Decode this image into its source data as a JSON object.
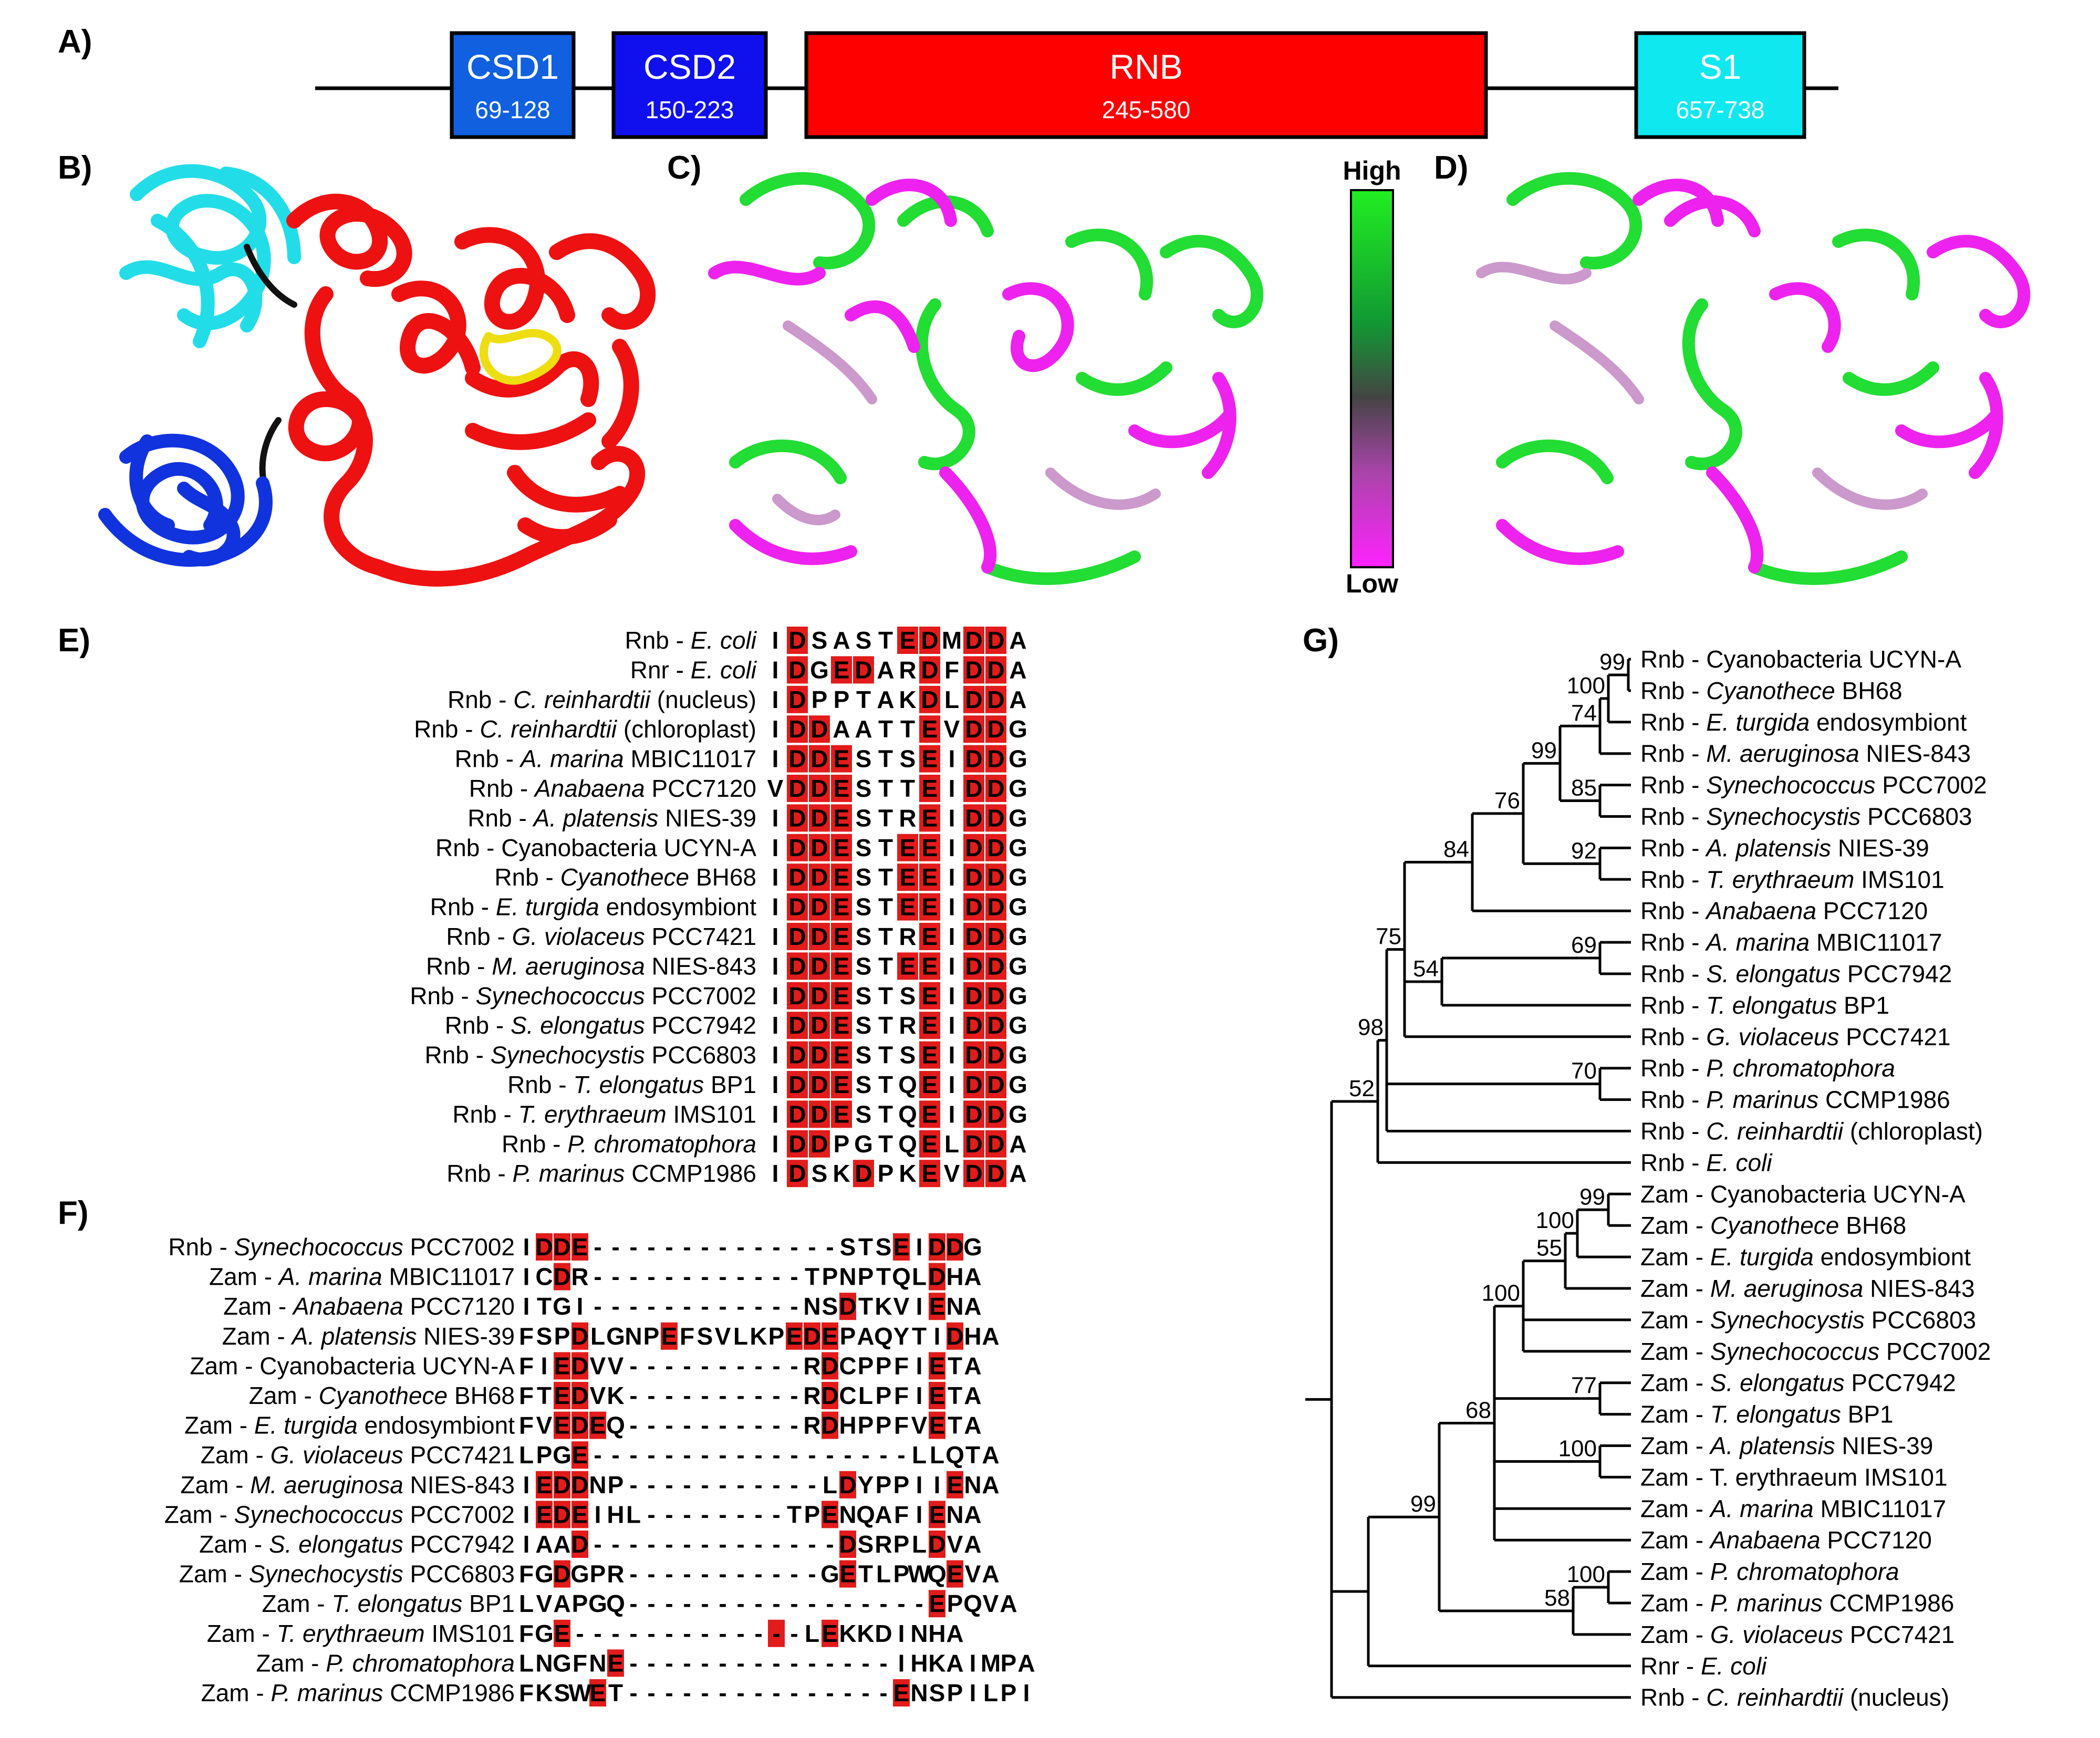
{
  "panels": {
    "A": "A)",
    "B": "B)",
    "C": "C)",
    "D": "D)",
    "E": "E)",
    "F": "F)",
    "G": "G)"
  },
  "domains": [
    {
      "name": "CSD1",
      "range": "69-128",
      "color": "#1060e0"
    },
    {
      "name": "CSD2",
      "range": "150-223",
      "color": "#1010ee"
    },
    {
      "name": "RNB",
      "range": "245-580",
      "color": "#ff0000"
    },
    {
      "name": "S1",
      "range": "657-738",
      "color": "#10e8f0"
    }
  ],
  "colorscale": {
    "high": "High",
    "low": "Low",
    "high_color": "#22ee22",
    "mid_color": "#444444",
    "low_color": "#ff22ff"
  },
  "alignment_E": [
    {
      "parts": [
        [
          "Rnb - ",
          0
        ],
        [
          "E. coli",
          1
        ]
      ],
      "seq": "IDSASTEDMDDA",
      "hl": [
        1,
        6,
        7,
        9,
        10
      ]
    },
    {
      "parts": [
        [
          "Rnr - ",
          0
        ],
        [
          "E. coli",
          1
        ]
      ],
      "seq": "IDGEDARDFDDA",
      "hl": [
        1,
        3,
        4,
        7,
        9,
        10
      ]
    },
    {
      "parts": [
        [
          "Rnb - ",
          0
        ],
        [
          "C. reinhardtii",
          1
        ],
        [
          " (nucleus)",
          0
        ]
      ],
      "seq": "IDPPTAKDLDDA",
      "hl": [
        1,
        7,
        9,
        10
      ]
    },
    {
      "parts": [
        [
          "Rnb - ",
          0
        ],
        [
          "C. reinhardtii",
          1
        ],
        [
          " (chloroplast)",
          0
        ]
      ],
      "seq": "IDDAATTEVDDG",
      "hl": [
        1,
        2,
        7,
        9,
        10
      ]
    },
    {
      "parts": [
        [
          "Rnb - ",
          0
        ],
        [
          "A. marina",
          1
        ],
        [
          " MBIC11017",
          0
        ]
      ],
      "seq": "IDDESTSEIDDG",
      "hl": [
        1,
        2,
        3,
        7,
        9,
        10
      ]
    },
    {
      "parts": [
        [
          "Rnb - ",
          0
        ],
        [
          "Anabaena",
          1
        ],
        [
          "  PCC7120",
          0
        ]
      ],
      "seq": "VDDESTTEIDDG",
      "hl": [
        1,
        2,
        3,
        7,
        9,
        10
      ]
    },
    {
      "parts": [
        [
          "Rnb - ",
          0
        ],
        [
          "A. platensis",
          1
        ],
        [
          " NIES-39",
          0
        ]
      ],
      "seq": "IDDESTREIDDG",
      "hl": [
        1,
        2,
        3,
        7,
        9,
        10
      ]
    },
    {
      "parts": [
        [
          "Rnb - Cyanobacteria UCYN-A",
          0
        ]
      ],
      "seq": "IDDESTEEIDDG",
      "hl": [
        1,
        2,
        3,
        6,
        7,
        9,
        10
      ]
    },
    {
      "parts": [
        [
          "Rnb - ",
          0
        ],
        [
          "Cyanothece",
          1
        ],
        [
          " BH68",
          0
        ]
      ],
      "seq": "IDDESTEEIDDG",
      "hl": [
        1,
        2,
        3,
        6,
        7,
        9,
        10
      ]
    },
    {
      "parts": [
        [
          "Rnb - ",
          0
        ],
        [
          "E. turgida",
          1
        ],
        [
          " endosymbiont",
          0
        ]
      ],
      "seq": "IDDESTEEIDDG",
      "hl": [
        1,
        2,
        3,
        6,
        7,
        9,
        10
      ]
    },
    {
      "parts": [
        [
          "Rnb - ",
          0
        ],
        [
          "G. violaceus",
          1
        ],
        [
          " PCC7421",
          0
        ]
      ],
      "seq": "IDDESTREIDDG",
      "hl": [
        1,
        2,
        3,
        7,
        9,
        10
      ]
    },
    {
      "parts": [
        [
          "Rnb - ",
          0
        ],
        [
          "M. aeruginosa",
          1
        ],
        [
          " NIES-843",
          0
        ]
      ],
      "seq": "IDDESTEEIDDG",
      "hl": [
        1,
        2,
        3,
        6,
        7,
        9,
        10
      ]
    },
    {
      "parts": [
        [
          "Rnb - ",
          0
        ],
        [
          "Synechococcus",
          1
        ],
        [
          " PCC7002",
          0
        ]
      ],
      "seq": "IDDESTSEIDDG",
      "hl": [
        1,
        2,
        3,
        7,
        9,
        10
      ]
    },
    {
      "parts": [
        [
          "Rnb - ",
          0
        ],
        [
          "S. elongatus",
          1
        ],
        [
          " PCC7942",
          0
        ]
      ],
      "seq": "IDDESTREIDDG",
      "hl": [
        1,
        2,
        3,
        7,
        9,
        10
      ]
    },
    {
      "parts": [
        [
          "Rnb - ",
          0
        ],
        [
          "Synechocystis",
          1
        ],
        [
          " PCC6803",
          0
        ]
      ],
      "seq": "IDDESTSEIDDG",
      "hl": [
        1,
        2,
        3,
        7,
        9,
        10
      ]
    },
    {
      "parts": [
        [
          "Rnb - ",
          0
        ],
        [
          "T. elongatus",
          1
        ],
        [
          " BP1",
          0
        ]
      ],
      "seq": "IDDESTQEIDDG",
      "hl": [
        1,
        2,
        3,
        7,
        9,
        10
      ]
    },
    {
      "parts": [
        [
          "Rnb - ",
          0
        ],
        [
          "T. erythraeum",
          1
        ],
        [
          " IMS101",
          0
        ]
      ],
      "seq": "IDDESTQEIDDG",
      "hl": [
        1,
        2,
        3,
        7,
        9,
        10
      ]
    },
    {
      "parts": [
        [
          "Rnb - ",
          0
        ],
        [
          "P. chromatophora",
          1
        ]
      ],
      "seq": "IDDPGTQELDDA",
      "hl": [
        1,
        2,
        7,
        9,
        10
      ]
    },
    {
      "parts": [
        [
          "Rnb - ",
          0
        ],
        [
          "P. marinus",
          1
        ],
        [
          " CCMP1986",
          0
        ]
      ],
      "seq": "IDSKDPKEVDDA",
      "hl": [
        1,
        4,
        7,
        9,
        10
      ]
    }
  ],
  "alignment_F": [
    {
      "parts": [
        [
          "Rnb - ",
          0
        ],
        [
          "Synechococcus",
          1
        ],
        [
          " PCC7002",
          0
        ]
      ],
      "seq": "IDDE--------------STSEIDDG",
      "hl": [
        1,
        2,
        3,
        21,
        23,
        24
      ]
    },
    {
      "parts": [
        [
          "Zam - ",
          0
        ],
        [
          "A. marina",
          1
        ],
        [
          " MBIC11017",
          0
        ]
      ],
      "seq": "ICDR------------TPNPTQLDHA",
      "hl": [
        2,
        23
      ]
    },
    {
      "parts": [
        [
          "Zam - ",
          0
        ],
        [
          "Anabaena",
          1
        ],
        [
          "  PCC7120",
          0
        ]
      ],
      "seq": "ITGI------------NSDTKVIENA",
      "hl": [
        18,
        23
      ]
    },
    {
      "parts": [
        [
          "Zam - ",
          0
        ],
        [
          "A. platensis",
          1
        ],
        [
          " NIES-39",
          0
        ]
      ],
      "seq": "FSPDLGNPEFSVLKPEDEPAQYTIDHA",
      "hl": [
        3,
        8,
        15,
        16,
        17,
        24
      ]
    },
    {
      "parts": [
        [
          "Zam - Cyanobacteria UCYN-A",
          0
        ]
      ],
      "seq": "FIEDVV----------RDCPPFIETA",
      "hl": [
        2,
        3,
        17,
        23
      ]
    },
    {
      "parts": [
        [
          "Zam - ",
          0
        ],
        [
          "Cyanothece",
          1
        ],
        [
          " BH68",
          0
        ]
      ],
      "seq": "FTEDVK----------RDCLPFIETA",
      "hl": [
        2,
        3,
        17,
        23
      ]
    },
    {
      "parts": [
        [
          "Zam - ",
          0
        ],
        [
          "E. turgida",
          1
        ],
        [
          " endosymbiont",
          0
        ]
      ],
      "seq": "FVEDEQ----------RDHPPFVETA",
      "hl": [
        2,
        3,
        4,
        17,
        23
      ]
    },
    {
      "parts": [
        [
          "Zam - ",
          0
        ],
        [
          "G. violaceus",
          1
        ],
        [
          " PCC7421",
          0
        ]
      ],
      "seq": "LPGE------------------LLQTA",
      "hl": [
        3
      ]
    },
    {
      "parts": [
        [
          "Zam - ",
          0
        ],
        [
          "M. aeruginosa",
          1
        ],
        [
          " NIES-843",
          0
        ]
      ],
      "seq": "IEDDNP-----------LDYPPIIENA",
      "hl": [
        1,
        2,
        3,
        18,
        24
      ]
    },
    {
      "parts": [
        [
          "Zam - ",
          0
        ],
        [
          "Synechococcus",
          1
        ],
        [
          " PCC7002",
          0
        ]
      ],
      "seq": "IEDEIHL--------TPENQAFIENA",
      "hl": [
        1,
        2,
        3,
        17,
        23
      ]
    },
    {
      "parts": [
        [
          "Zam - ",
          0
        ],
        [
          "S. elongatus",
          1
        ],
        [
          " PCC7942",
          0
        ]
      ],
      "seq": "IAAD--------------DSRPLDVA",
      "hl": [
        3,
        18,
        23
      ]
    },
    {
      "parts": [
        [
          "Zam - ",
          0
        ],
        [
          "Synechocystis",
          1
        ],
        [
          " PCC6803",
          0
        ]
      ],
      "seq": "FGDGPR-----------GETLPWQEVA",
      "hl": [
        2,
        18,
        24
      ]
    },
    {
      "parts": [
        [
          "Zam - ",
          0
        ],
        [
          "T. elongatus",
          1
        ],
        [
          " BP1",
          0
        ]
      ],
      "seq": "LVAPGQ-----------------EPQVA",
      "hl": [
        23
      ]
    },
    {
      "parts": [
        [
          "Zam - ",
          0
        ],
        [
          "T. erythraeum",
          1
        ],
        [
          " IMS101",
          0
        ]
      ],
      "seq": "FGE-------------LEKKDINHA",
      "hl": [
        2,
        14,
        17
      ]
    },
    {
      "parts": [
        [
          "Zam - ",
          0
        ],
        [
          "P. chromatophora",
          1
        ]
      ],
      "seq": "LNGFNE---------------IHKAIMPA",
      "hl": [
        5
      ]
    },
    {
      "parts": [
        [
          "Zam - ",
          0
        ],
        [
          "P. marinus",
          1
        ],
        [
          " CCMP1986",
          0
        ]
      ],
      "seq": "FKSWET---------------ENSPILPI",
      "hl": [
        4,
        21
      ]
    }
  ],
  "tree_leaves": [
    [
      [
        "Rnb - Cyanobacteria UCYN-A",
        0
      ]
    ],
    [
      [
        "Rnb - ",
        0
      ],
      [
        "Cyanothece",
        1
      ],
      [
        " BH68",
        0
      ]
    ],
    [
      [
        "Rnb - ",
        0
      ],
      [
        "E. turgida",
        1
      ],
      [
        " endosymbiont",
        0
      ]
    ],
    [
      [
        "Rnb - ",
        0
      ],
      [
        "M. aeruginosa",
        1
      ],
      [
        " NIES-843",
        0
      ]
    ],
    [
      [
        "Rnb - ",
        0
      ],
      [
        "Synechococcus",
        1
      ],
      [
        " PCC7002",
        0
      ]
    ],
    [
      [
        "Rnb - ",
        0
      ],
      [
        "Synechocystis",
        1
      ],
      [
        " PCC6803",
        0
      ]
    ],
    [
      [
        "Rnb - ",
        0
      ],
      [
        "A. platensis",
        1
      ],
      [
        " NIES-39",
        0
      ]
    ],
    [
      [
        "Rnb - ",
        0
      ],
      [
        "T. erythraeum",
        1
      ],
      [
        " IMS101",
        0
      ]
    ],
    [
      [
        "Rnb - ",
        0
      ],
      [
        "Anabaena",
        1
      ],
      [
        "  PCC7120",
        0
      ]
    ],
    [
      [
        "Rnb - ",
        0
      ],
      [
        "A. marina",
        1
      ],
      [
        " MBIC11017",
        0
      ]
    ],
    [
      [
        "Rnb - ",
        0
      ],
      [
        "S. elongatus",
        1
      ],
      [
        " PCC7942",
        0
      ]
    ],
    [
      [
        "Rnb - ",
        0
      ],
      [
        "T. elongatus",
        1
      ],
      [
        " BP1",
        0
      ]
    ],
    [
      [
        "Rnb - ",
        0
      ],
      [
        "G. violaceus",
        1
      ],
      [
        " PCC7421",
        0
      ]
    ],
    [
      [
        "Rnb - ",
        0
      ],
      [
        "P. chromatophora",
        1
      ]
    ],
    [
      [
        "Rnb - ",
        0
      ],
      [
        "P. marinus",
        1
      ],
      [
        " CCMP1986",
        0
      ]
    ],
    [
      [
        "Rnb - ",
        0
      ],
      [
        "C. reinhardtii",
        1
      ],
      [
        " (chloroplast)",
        0
      ]
    ],
    [
      [
        "Rnb - ",
        0
      ],
      [
        "E. coli",
        1
      ]
    ],
    [
      [
        "Zam - Cyanobacteria UCYN-A",
        0
      ]
    ],
    [
      [
        "Zam - ",
        0
      ],
      [
        "Cyanothece",
        1
      ],
      [
        " BH68",
        0
      ]
    ],
    [
      [
        "Zam - ",
        0
      ],
      [
        "E. turgida",
        1
      ],
      [
        " endosymbiont",
        0
      ]
    ],
    [
      [
        "Zam - ",
        0
      ],
      [
        "M. aeruginosa",
        1
      ],
      [
        " NIES-843",
        0
      ]
    ],
    [
      [
        "Zam - ",
        0
      ],
      [
        "Synechocystis",
        1
      ],
      [
        " PCC6803",
        0
      ]
    ],
    [
      [
        "Zam - ",
        0
      ],
      [
        "Synechococcus",
        1
      ],
      [
        " PCC7002",
        0
      ]
    ],
    [
      [
        "Zam - ",
        0
      ],
      [
        "S. elongatus",
        1
      ],
      [
        " PCC7942",
        0
      ]
    ],
    [
      [
        "Zam - ",
        0
      ],
      [
        "T. elongatus",
        1
      ],
      [
        " BP1",
        0
      ]
    ],
    [
      [
        "Zam - ",
        0
      ],
      [
        "A. platensis",
        1
      ],
      [
        " NIES-39",
        0
      ]
    ],
    [
      [
        "Zam - T. erythraeum IMS101",
        0
      ]
    ],
    [
      [
        "Zam - ",
        0
      ],
      [
        "A. marina",
        1
      ],
      [
        " MBIC11017",
        0
      ]
    ],
    [
      [
        "Zam - ",
        0
      ],
      [
        "Anabaena",
        1
      ],
      [
        "  PCC7120",
        0
      ]
    ],
    [
      [
        "Zam - ",
        0
      ],
      [
        "P. chromatophora",
        1
      ]
    ],
    [
      [
        "Zam - ",
        0
      ],
      [
        "P. marinus",
        1
      ],
      [
        " CCMP1986",
        0
      ]
    ],
    [
      [
        "Zam - ",
        0
      ],
      [
        "G. violaceus",
        1
      ],
      [
        " PCC7421",
        0
      ]
    ],
    [
      [
        "Rnr - ",
        0
      ],
      [
        "E. coli",
        1
      ]
    ],
    [
      [
        "Rnb - ",
        0
      ],
      [
        "C. reinhardtii",
        1
      ],
      [
        " (nucleus)",
        0
      ]
    ]
  ],
  "tree_bootstrap": [
    "99",
    "100",
    "74",
    "99",
    "85",
    "92",
    "76",
    "84",
    "69",
    "54",
    "75",
    "70",
    "98",
    "52",
    "99",
    "100",
    "55",
    "100",
    "77",
    "100",
    "68",
    "100",
    "58",
    "99"
  ],
  "colors": {
    "highlight": "#e21b1b",
    "helix_red": "#ee1111",
    "cyan": "#22dde8",
    "blue": "#1133dd",
    "green": "#22dd33",
    "magenta": "#ee22ee"
  }
}
